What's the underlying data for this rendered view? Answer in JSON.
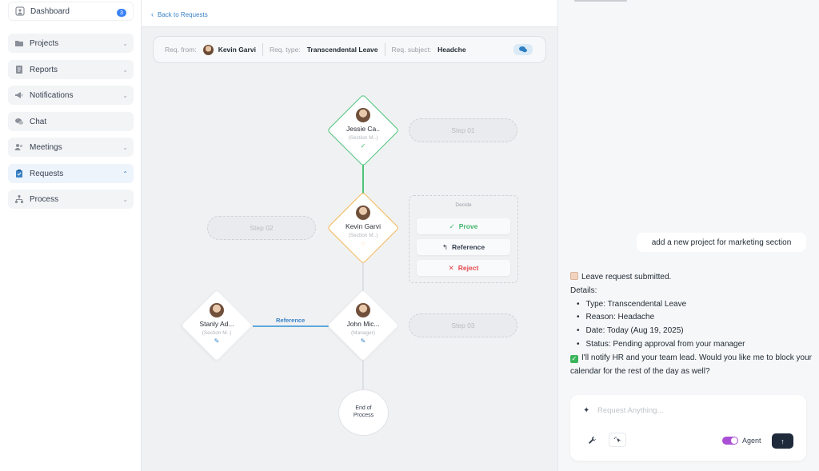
{
  "sidebar": {
    "items": [
      {
        "label": "Dashboard",
        "icon": "user-square-icon",
        "badge": "3"
      },
      {
        "label": "Projects",
        "icon": "folder-icon"
      },
      {
        "label": "Reports",
        "icon": "document-icon"
      },
      {
        "label": "Notifications",
        "icon": "megaphone-icon"
      },
      {
        "label": "Chat",
        "icon": "chat-bubbles-icon"
      },
      {
        "label": "Meetings",
        "icon": "people-icon"
      },
      {
        "label": "Requests",
        "icon": "clipboard-icon"
      },
      {
        "label": "Process",
        "icon": "hierarchy-icon"
      }
    ]
  },
  "main": {
    "back_label": "Back to Requests",
    "info": {
      "from_label": "Req. from:",
      "from_value": "Kevin Garvi",
      "type_label": "Req. type:",
      "type_value": "Transcendental Leave",
      "subject_label": "Req. subject:",
      "subject_value": "Headche"
    },
    "flow": {
      "nodes": {
        "jessie": {
          "name": "Jessie Ca..",
          "role": "(Section M..)",
          "status": "approved",
          "mark": "✓"
        },
        "kevin": {
          "name": "Kevin Garvi",
          "role": "(Section M..)",
          "status": "pending",
          "mark": "◌"
        },
        "stanly": {
          "name": "Stanly Ad...",
          "role": "(Section M..)",
          "mark": "✎"
        },
        "john": {
          "name": "John Mic...",
          "role": "(Manager)",
          "mark": "✎"
        }
      },
      "steps": {
        "step1": "Step 01",
        "step2": "Step 02",
        "step3": "Step 03"
      },
      "reference_label": "Reference",
      "decide": {
        "title": "Decide",
        "prove": "Prove",
        "reference": "Reference",
        "reject": "Reject"
      },
      "end_line1": "End of",
      "end_line2": "Process"
    }
  },
  "chat": {
    "user_message": "add a new project for marketing section",
    "bot": {
      "line1": "Leave request submitted.",
      "details_label": "Details:",
      "bullets": [
        "Type: Transcendental Leave",
        "Reason: Headache",
        "Date: Today (Aug 19, 2025)",
        "Status: Pending approval from your manager"
      ],
      "closing": "I'll notify HR and your team lead. Would you like me to block your calendar for the rest of the day as well?"
    },
    "composer": {
      "placeholder": "Request Anything...",
      "agent_label": "Agent",
      "agent_enabled": true
    }
  },
  "colors": {
    "accent": "#3b82c4",
    "approved": "#4cc37a",
    "pending": "#f4b754",
    "reject": "#e5484d",
    "toggle": "#a94fd6"
  }
}
